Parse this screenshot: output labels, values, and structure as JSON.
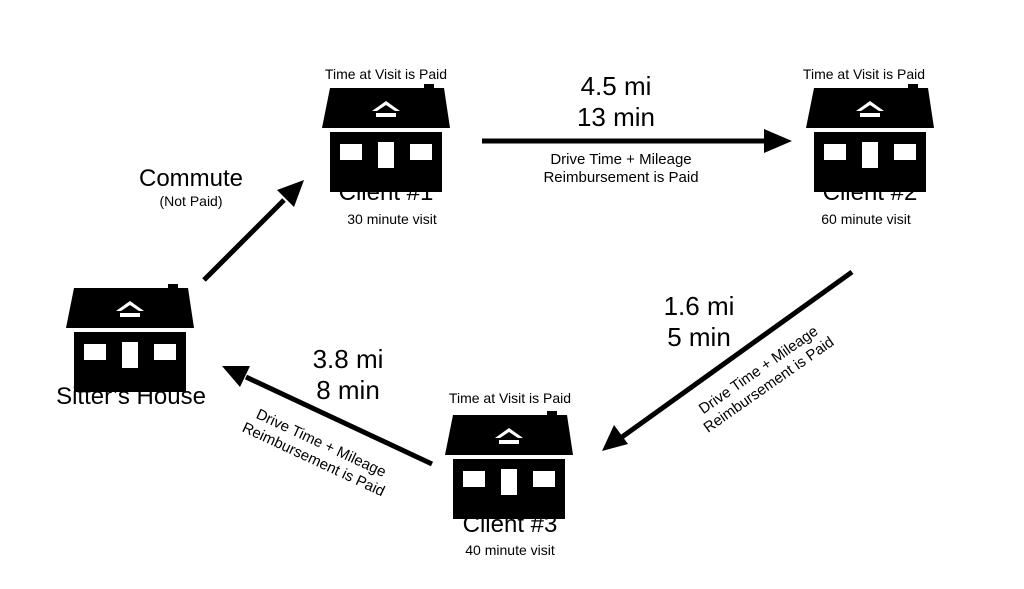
{
  "houses": {
    "client1": {
      "label": "Client #1",
      "visit": "30 minute visit",
      "note": "Time at Visit is Paid"
    },
    "client2": {
      "label": "Client #2",
      "visit": "60 minute visit",
      "note": "Time at Visit is Paid"
    },
    "client3": {
      "label": "Client #3",
      "visit": "40 minute visit",
      "note": "Time at Visit is Paid"
    },
    "home": {
      "label": "Sitter’s House"
    }
  },
  "legs": {
    "commute": {
      "title": "Commute",
      "subtitle": "(Not Paid)"
    },
    "c1_to_c2": {
      "distance": "4.5 mi",
      "time": "13 min",
      "note_line1": "Drive Time + Mileage",
      "note_line2": "Reimbursement is Paid"
    },
    "c2_to_c3": {
      "distance": "1.6 mi",
      "time": "5 min",
      "note_line1": "Drive Time + Mileage",
      "note_line2": "Reimbursement is Paid"
    },
    "c3_to_home": {
      "distance": "3.8 mi",
      "time": "8 min",
      "note_line1": "Drive Time + Mileage",
      "note_line2": "Reimbursement is Paid"
    }
  },
  "colors": {
    "ink": "#000000",
    "background": "#ffffff"
  }
}
